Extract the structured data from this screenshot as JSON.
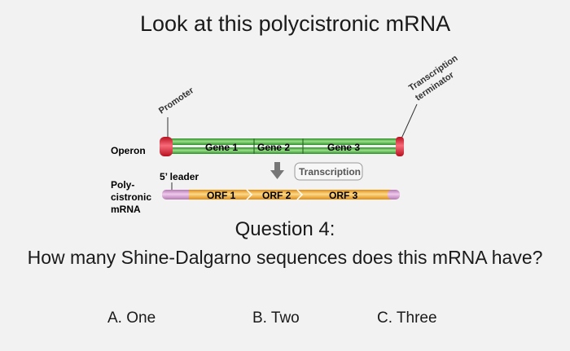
{
  "title": "Look at this polycistronic mRNA",
  "diagram": {
    "operon_label": "Operon",
    "promoter_label": "Promoter",
    "terminator_label_line1": "Transcription",
    "terminator_label_line2": "terminator",
    "genes": [
      "Gene 1",
      "Gene 2",
      "Gene 3"
    ],
    "leader_label": "5’ leader",
    "transcription_label": "Transcription",
    "mrna_label_line1": "Poly-",
    "mrna_label_line2": "cistronic",
    "mrna_label_line3": "mRNA",
    "orfs": [
      "ORF 1",
      "ORF 2",
      "ORF 3"
    ]
  },
  "question": {
    "heading": "Question 4:",
    "text": "How many Shine-Dalgarno sequences does this mRNA have?"
  },
  "answers": [
    "A. One",
    "B. Two",
    "C. Three"
  ],
  "colors": {
    "background": "#f2f2f2",
    "dna_green": "#3fae3a",
    "dna_green_light": "#8fd67a",
    "promoter_red": "#e5243b",
    "mrna_orange": "#f2a531",
    "mrna_orange_light": "#f8d27c",
    "leader_pink": "#d9a0d6",
    "gray": "#7a7a7a"
  }
}
